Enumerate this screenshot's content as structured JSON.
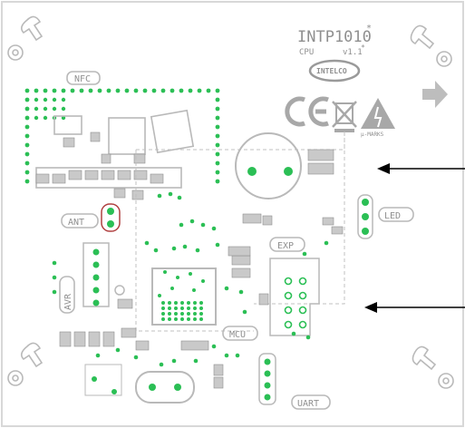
{
  "board": {
    "title": "INTP1010",
    "title_mark": "*",
    "subtitle_left": "CPU",
    "subtitle_right": "v1.1",
    "mark_suffix": "*",
    "logo_text": "INTELCO",
    "cert_text": "µ-MARKS",
    "labels": {
      "nfc": "NFC",
      "ant": "ANT",
      "led": "LED",
      "exp": "EXP",
      "avr": "AVR",
      "mcu": "MCU",
      "uart": "UART"
    }
  },
  "colors": {
    "background": "#ffffff",
    "silkscreen": "#b9b9b9",
    "copper_dot": "#2bbf55",
    "label_text": "#8f8f8f",
    "arrow": "#000000",
    "ant_ring": "#b04040"
  }
}
